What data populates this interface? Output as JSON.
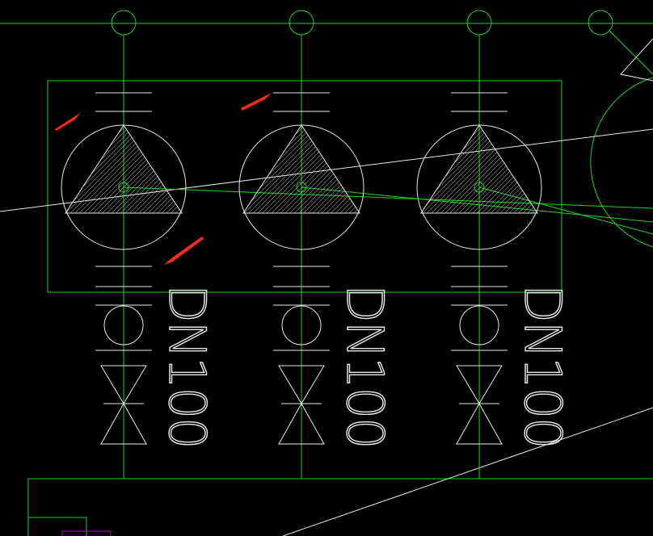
{
  "drawing": {
    "pump_count": 3,
    "pipe_labels": [
      "DN100",
      "DN100",
      "DN100"
    ],
    "colors": {
      "background": "#000000",
      "pipe_line": "#19d419",
      "symbol_line": "#e8e8e8",
      "annotation_arrow": "#ff2a1a",
      "layer_magenta": "#c000c0"
    },
    "icons": [
      "pump-icon",
      "gate-valve-icon",
      "check-valve-icon",
      "flange-icon",
      "annotation-arrow-icon"
    ]
  }
}
